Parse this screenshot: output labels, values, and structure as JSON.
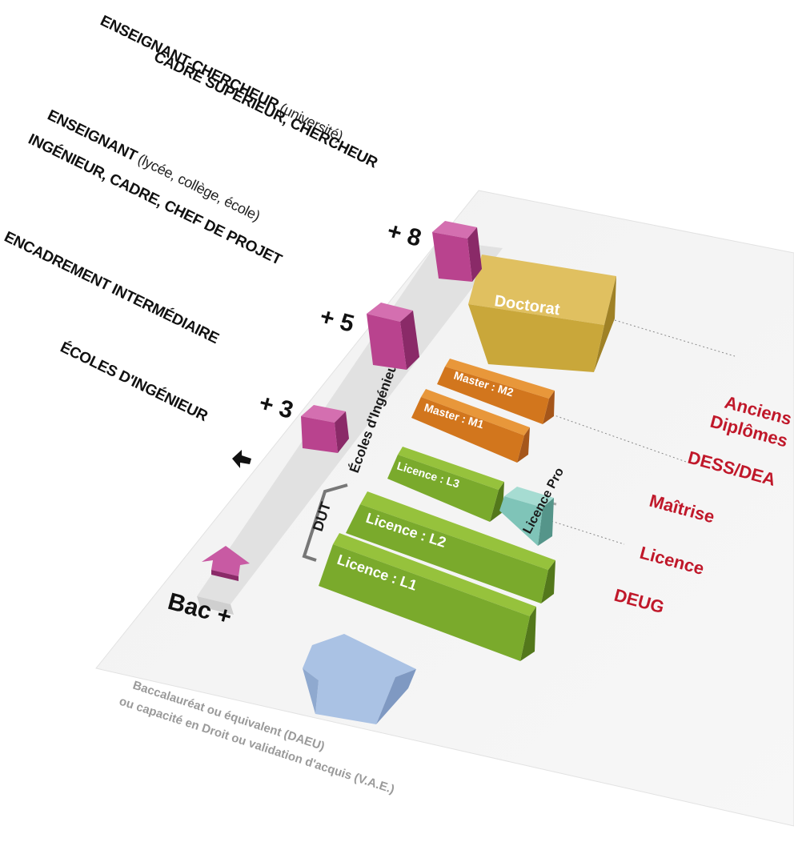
{
  "careers": {
    "line1_bold": "ENSEIGNANT-CHERCHEUR",
    "line1_note": "(université)",
    "line2": "CADRE SUPÉRIEUR, CHERCHEUR",
    "line3_bold": "ENSEIGNANT",
    "line3_note": "(lycée, collège, école)",
    "line4": "INGÉNIEUR, CADRE, CHEF DE PROJET",
    "line5": "ENCADREMENT INTERMÉDIAIRE",
    "line6": "ÉCOLES D'INGÉNIEUR"
  },
  "levels": {
    "plus8": "+ 8",
    "plus5": "+ 5",
    "plus3": "+ 3",
    "bac": "Bac +"
  },
  "blocks": {
    "doctorat": "Doctorat",
    "m2": "Master : M2",
    "m1": "Master : M1",
    "l3": "Licence : L3",
    "l2": "Licence : L2",
    "l1": "Licence : L1",
    "licence_pro": "Licence Pro",
    "ecoles": "Écoles d'Ingénieur",
    "dut": "DUT"
  },
  "old_degrees": {
    "title_line1": "Anciens",
    "title_line2": "Diplômes",
    "dess": "DESS/DEA",
    "maitrise": "Maîtrise",
    "licence": "Licence",
    "deug": "DEUG"
  },
  "footer": {
    "line1": "Baccalauréat ou équivalent (DAEU)",
    "line2": "ou capacité en Droit ou validation d'acquis (V.A.E.)"
  },
  "colors": {
    "doctorat": "#c9a73a",
    "master": "#d2761d",
    "licence": "#7aaa2c",
    "licence_pro": "#7fc4b8",
    "career_cube": "#b9438e",
    "old_degree_text": "#c0182a"
  },
  "icons": {
    "career_arrow": "up-arrow-icon",
    "bac_arrow": "up-arrow-icon",
    "left_arrow": "left-arrow-icon"
  }
}
